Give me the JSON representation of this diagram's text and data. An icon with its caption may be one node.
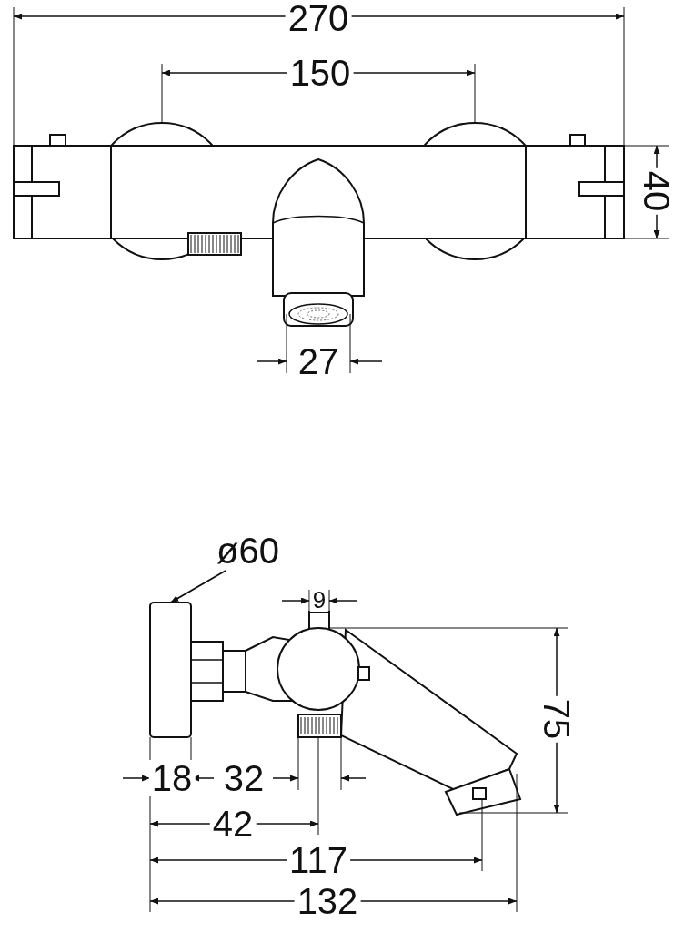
{
  "diagram": {
    "nodes": [
      {
        "text": [
          "ø60"
        ]
      },
      {
        "text": [],
        "shape": "box"
      }
    ],
    "edges": [
      {
        "from": 0,
        "to": 1,
        "arrow": "to"
      }
    ],
    "labels": [
      "270",
      "150",
      "40",
      "27",
      "9",
      "75",
      "18",
      "32",
      "42",
      "117",
      "132"
    ]
  }
}
